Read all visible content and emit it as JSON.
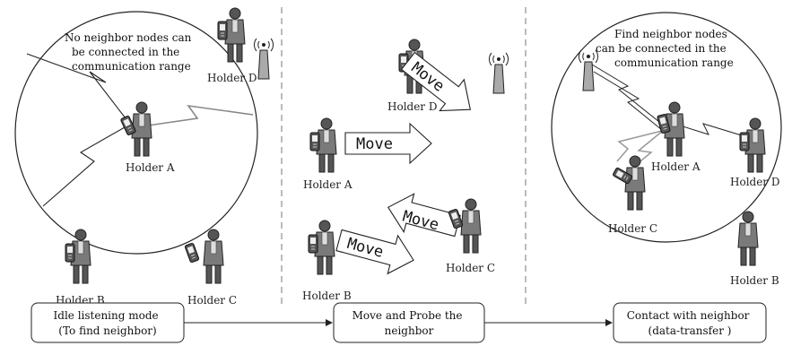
{
  "panels": {
    "left": {
      "caption": [
        "No neighbor nodes can",
        "be connected in the",
        "communication range"
      ],
      "holders": {
        "a": "Holder A",
        "b": "Holder B",
        "c": "Holder C",
        "d": "Holder D"
      }
    },
    "middle": {
      "holders": {
        "a": "Holder A",
        "b": "Holder B",
        "c": "Holder C",
        "d": "Holder D"
      },
      "move_label": "Move"
    },
    "right": {
      "caption": [
        "Find neighbor nodes",
        "can be connected in the",
        "communication range"
      ],
      "holders": {
        "a": "Holder A",
        "b": "Holder B",
        "c": "Holder C",
        "d": "Holder D"
      }
    }
  },
  "flow": {
    "step1": [
      "Idle listening mode",
      "(To find neighbor)"
    ],
    "step2": [
      "Move and Probe the",
      "neighbor"
    ],
    "step3": [
      "Contact with neighbor",
      "(data-transfer )"
    ]
  },
  "icons": [
    "person-icon",
    "phone-icon",
    "antenna-icon",
    "lightning-link-icon",
    "arrow-icon"
  ]
}
